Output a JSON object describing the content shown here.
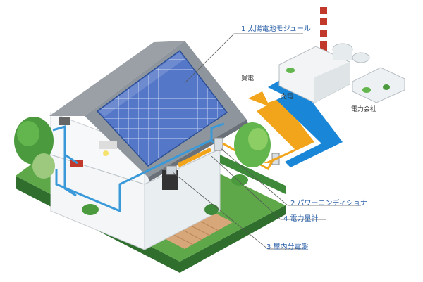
{
  "labels": {
    "solar_module": "1 太陽電池モジュール",
    "power_conditioner": "2 パワーコンディショナ",
    "distribution_board": "3 屋内分電盤",
    "power_meter": "4 電力量計",
    "buy_power": "買電",
    "sell_power": "売電",
    "power_company": "電力会社"
  },
  "colors": {
    "callout_text": "#2a5fa8",
    "sell_arrow": "#f2a51a",
    "buy_arrow": "#1a86d8",
    "indoor_wiring": "#3a9ad9",
    "solar_panel": "#3a66b8",
    "grass": "#3f8a3a"
  }
}
